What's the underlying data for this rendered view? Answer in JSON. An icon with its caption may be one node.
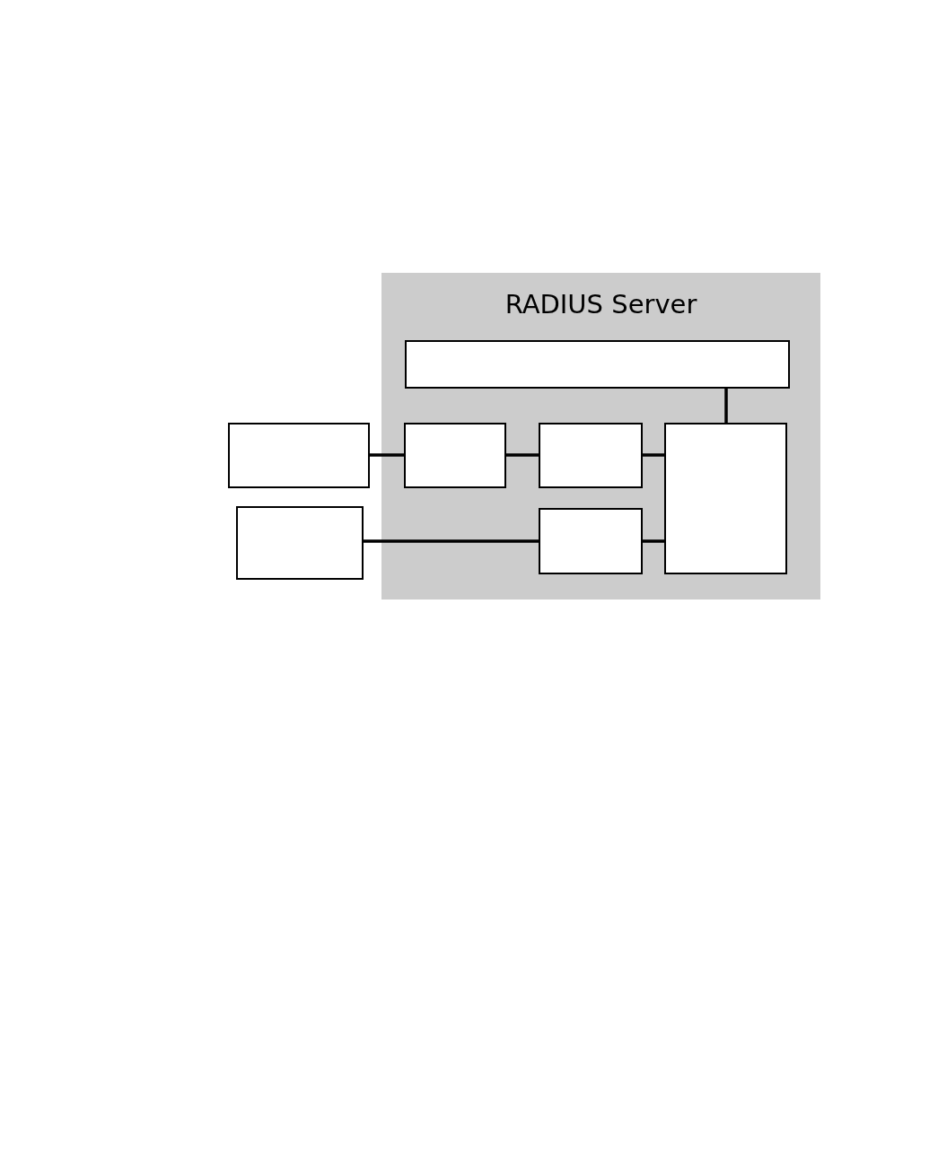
{
  "diagram": {
    "nodes": [
      {
        "text": [
          "RADIUS Server"
        ]
      },
      {
        "text": [],
        "shape": "box",
        "in": 0
      },
      {
        "text": [],
        "shape": "box"
      },
      {
        "text": [],
        "shape": "box",
        "in": 0
      },
      {
        "text": [],
        "shape": "box",
        "in": 0
      },
      {
        "text": [],
        "shape": "box",
        "in": 0
      },
      {
        "text": [],
        "shape": "box"
      },
      {
        "text": [],
        "shape": "box",
        "in": 0
      }
    ],
    "edges": [
      {
        "from": 1,
        "to": 5,
        "arrow": "none"
      },
      {
        "from": 2,
        "to": 3,
        "arrow": "none"
      },
      {
        "from": 3,
        "to": 4,
        "arrow": "none"
      },
      {
        "from": 4,
        "to": 5,
        "arrow": "none"
      },
      {
        "from": 6,
        "to": 7,
        "arrow": "none"
      },
      {
        "from": 7,
        "to": 5,
        "arrow": "none"
      }
    ]
  }
}
